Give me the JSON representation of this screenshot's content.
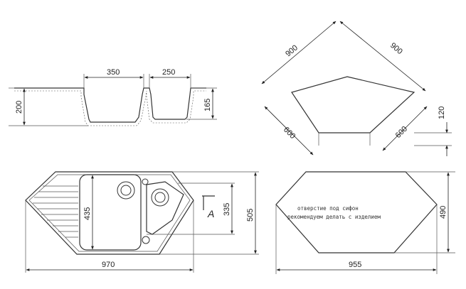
{
  "colors": {
    "line": "#333333",
    "background": "#ffffff"
  },
  "dimensions": {
    "bowl_large_width": "350",
    "bowl_small_width": "250",
    "depth_total": "200",
    "depth_small": "165",
    "top_side_left": "900",
    "top_side_right": "900",
    "wing_left": "600",
    "wing_right": "600",
    "corner_offset": "120",
    "bowl_large_depth": "435",
    "bowl_small_depth": "335",
    "sink_depth": "505",
    "sink_width": "970",
    "cutout_width": "955",
    "cutout_depth": "490"
  },
  "labels": {
    "section_marker": "A",
    "cutout_note_line1": "отверстие под сифон",
    "cutout_note_line2": "рекомендуем делать с изделием"
  }
}
